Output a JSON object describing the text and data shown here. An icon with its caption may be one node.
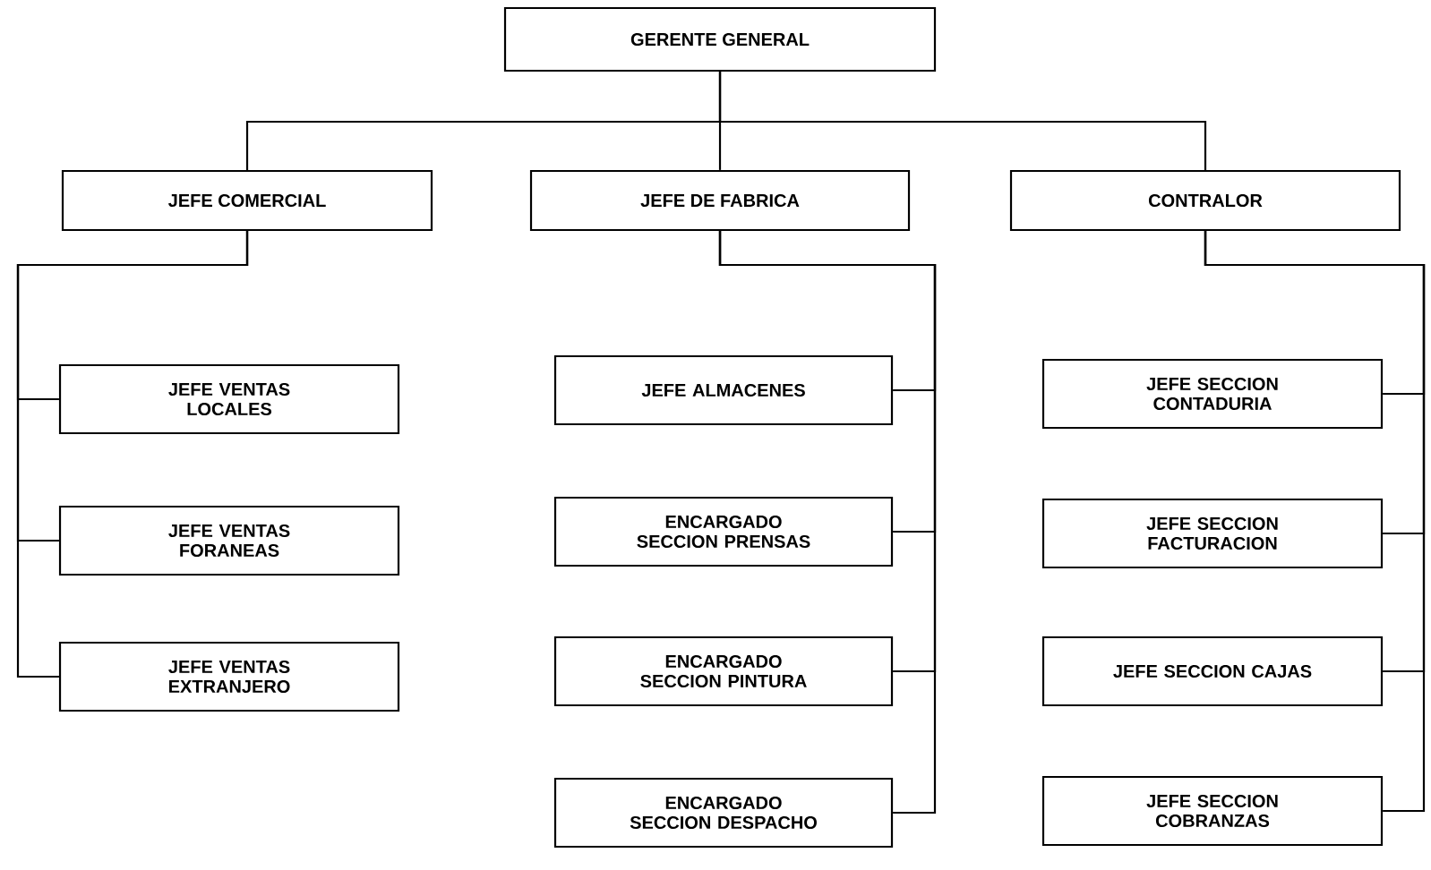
{
  "diagram": {
    "nodes": [
      {
        "text": [
          "GERENTE GENERAL"
        ]
      },
      {
        "text": [
          "JEFE COMERCIAL"
        ]
      },
      {
        "text": [
          "JEFE DE FABRICA"
        ]
      },
      {
        "text": [
          "CONTRALOR"
        ]
      },
      {
        "text": [
          "JEFE VENTAS LOCALES"
        ]
      },
      {
        "text": [
          "JEFE VENTAS FORANEAS"
        ]
      },
      {
        "text": [
          "JEFE VENTAS EXTRANJERO"
        ]
      },
      {
        "text": [
          "JEFE ALMACENES"
        ]
      },
      {
        "text": [
          "ENCARGADO SECCION PRENSAS"
        ]
      },
      {
        "text": [
          "ENCARGADO SECCION PINTURA"
        ]
      },
      {
        "text": [
          "ENCARGADO SECCION DESPACHO"
        ]
      },
      {
        "text": [
          "JEFE SECCION CONTADURIA"
        ]
      },
      {
        "text": [
          "JEFE SECCION FACTURACION"
        ]
      },
      {
        "text": [
          "JEFE SECCION CAJAS"
        ]
      },
      {
        "text": [
          "JEFE SECCION COBRANZAS"
        ]
      }
    ],
    "edges": [
      {
        "from": 0,
        "to": 1,
        "arrow": "none"
      },
      {
        "from": 0,
        "to": 2,
        "arrow": "none"
      },
      {
        "from": 0,
        "to": 3,
        "arrow": "none"
      },
      {
        "from": 1,
        "to": 4,
        "arrow": "none"
      },
      {
        "from": 1,
        "to": 5,
        "arrow": "none"
      },
      {
        "from": 1,
        "to": 6,
        "arrow": "none"
      },
      {
        "from": 2,
        "to": 7,
        "arrow": "none"
      },
      {
        "from": 2,
        "to": 8,
        "arrow": "none"
      },
      {
        "from": 2,
        "to": 9,
        "arrow": "none"
      },
      {
        "from": 2,
        "to": 10,
        "arrow": "none"
      },
      {
        "from": 3,
        "to": 11,
        "arrow": "none"
      },
      {
        "from": 3,
        "to": 12,
        "arrow": "none"
      },
      {
        "from": 3,
        "to": 13,
        "arrow": "none"
      },
      {
        "from": 3,
        "to": 14,
        "arrow": "none"
      }
    ]
  }
}
